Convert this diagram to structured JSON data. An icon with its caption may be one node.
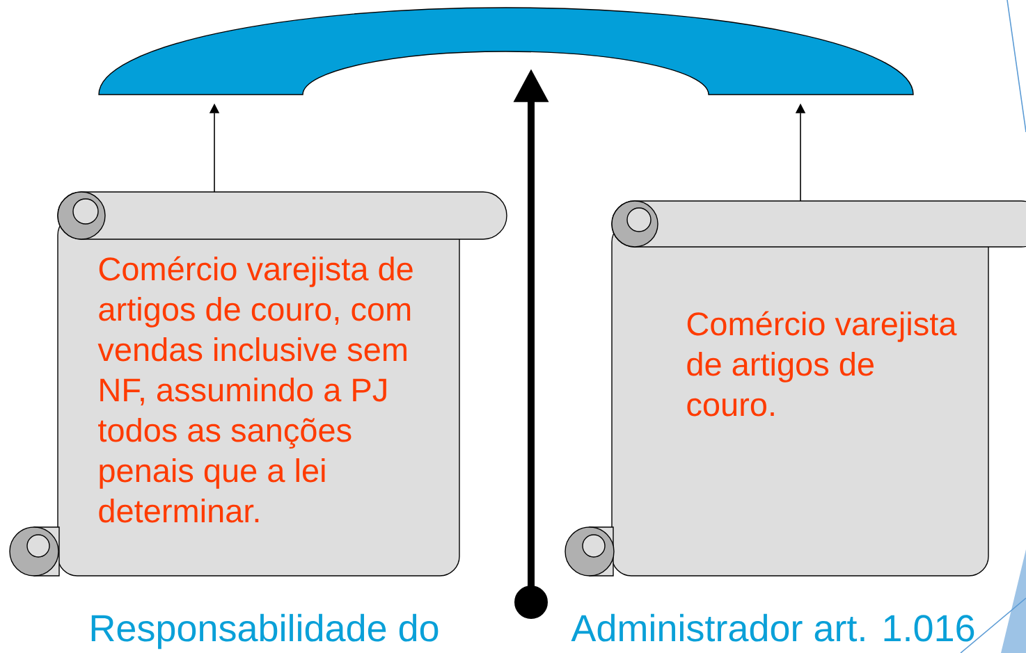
{
  "diagram": {
    "nodes": [
      {
        "text": [],
        "shape": "arch"
      },
      {
        "text": [
          "Comércio varejista de artigos de couro, com vendas inclusive sem NF, assumindo a PJ todos as sanções penais que a lei determinar."
        ]
      },
      {
        "text": [
          "Comércio varejista de artigos de couro."
        ]
      }
    ],
    "edges": [
      {
        "from": 1,
        "to": 0,
        "arrow": "to"
      },
      {
        "from": 2,
        "to": 0,
        "arrow": "to"
      },
      {
        "from": null,
        "to": 0,
        "arrow": "to",
        "style": "thick"
      }
    ],
    "labels": [
      "Responsabilidade do",
      "Administrador art. 1.016"
    ]
  }
}
